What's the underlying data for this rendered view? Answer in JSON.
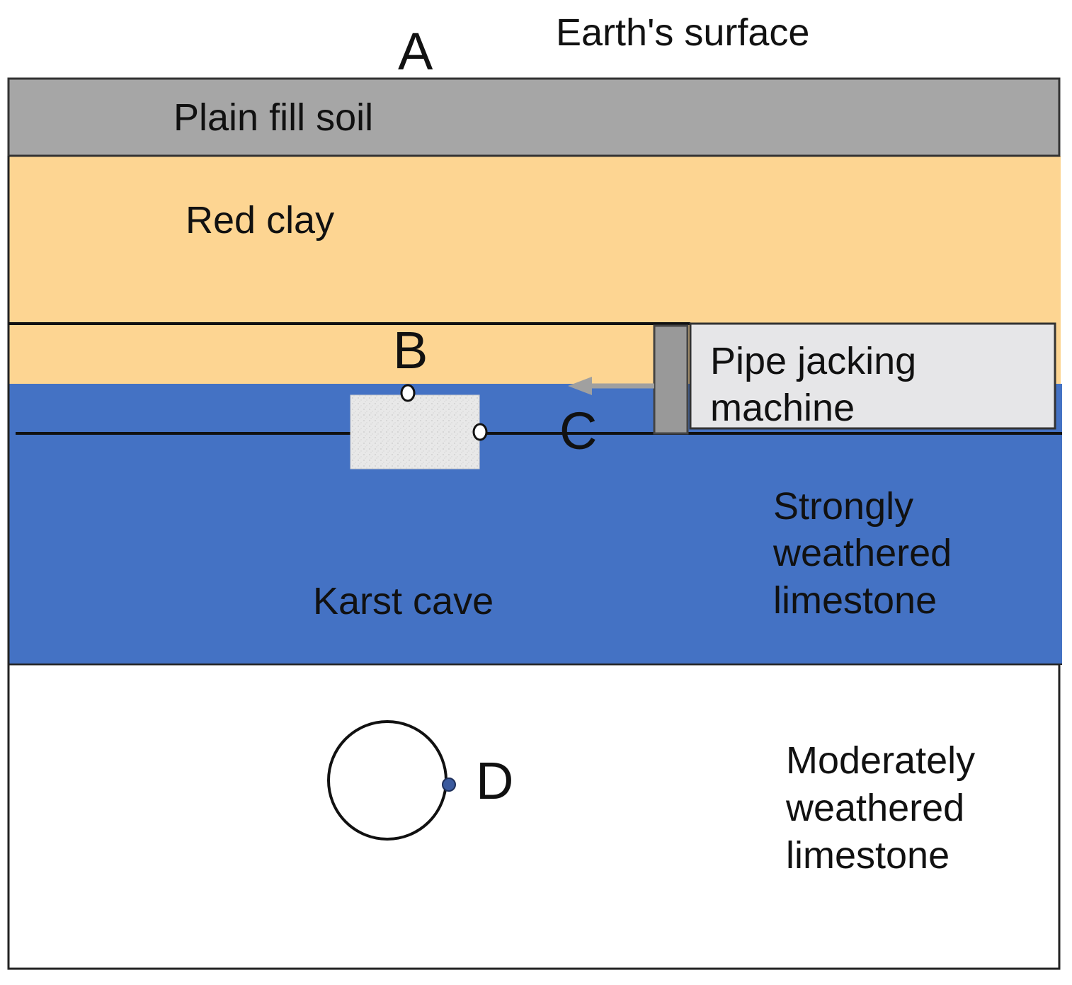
{
  "labels": {
    "surface": "Earth's surface",
    "point_a": "A",
    "point_b": "B",
    "point_c": "C",
    "point_d": "D",
    "fill_soil": "Plain fill soil",
    "red_clay": "Red clay",
    "machine_line1": "Pipe jacking",
    "machine_line2": "machine",
    "karst_cave": "Karst cave",
    "strong_line1": "Strongly",
    "strong_line2": "weathered",
    "strong_line3": "limestone",
    "moderate_line1": "Moderately",
    "moderate_line2": "weathered",
    "moderate_line3": "limestone"
  },
  "colors": {
    "fill_soil": "#a6a6a6",
    "red_clay": "#fdd592",
    "strong_limestone": "#4472c4",
    "moderate_limestone": "#ffffff",
    "machine_body": "#e6e6e8",
    "machine_plate": "#999999",
    "cave": "#e8e8e8",
    "arrow": "#a0a0a0"
  },
  "icons": {
    "push_direction": "arrow-left-icon"
  }
}
